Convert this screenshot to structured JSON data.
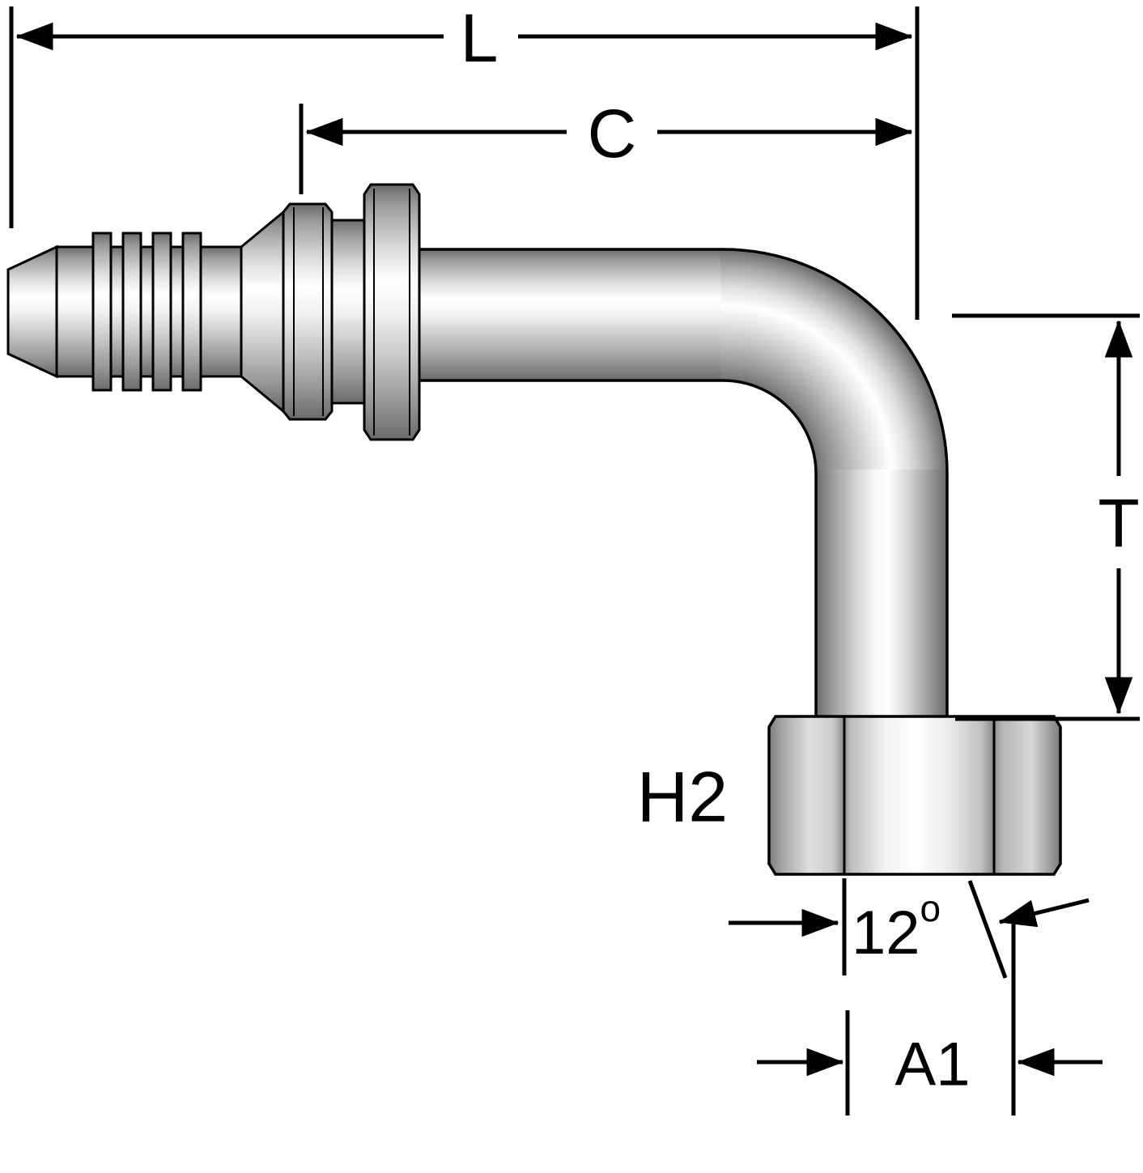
{
  "diagram": {
    "labels": {
      "length": "L",
      "cutoff": "C",
      "drop": "T",
      "hex": "H2",
      "angle": "12",
      "angle_sup": "o",
      "seat": "A1"
    },
    "colors": {
      "line": "#000000",
      "background": "#ffffff",
      "metal_highlight": "#ffffff",
      "metal_mid": "#c8c8c8",
      "metal_shadow": "#6a6a6a"
    }
  }
}
